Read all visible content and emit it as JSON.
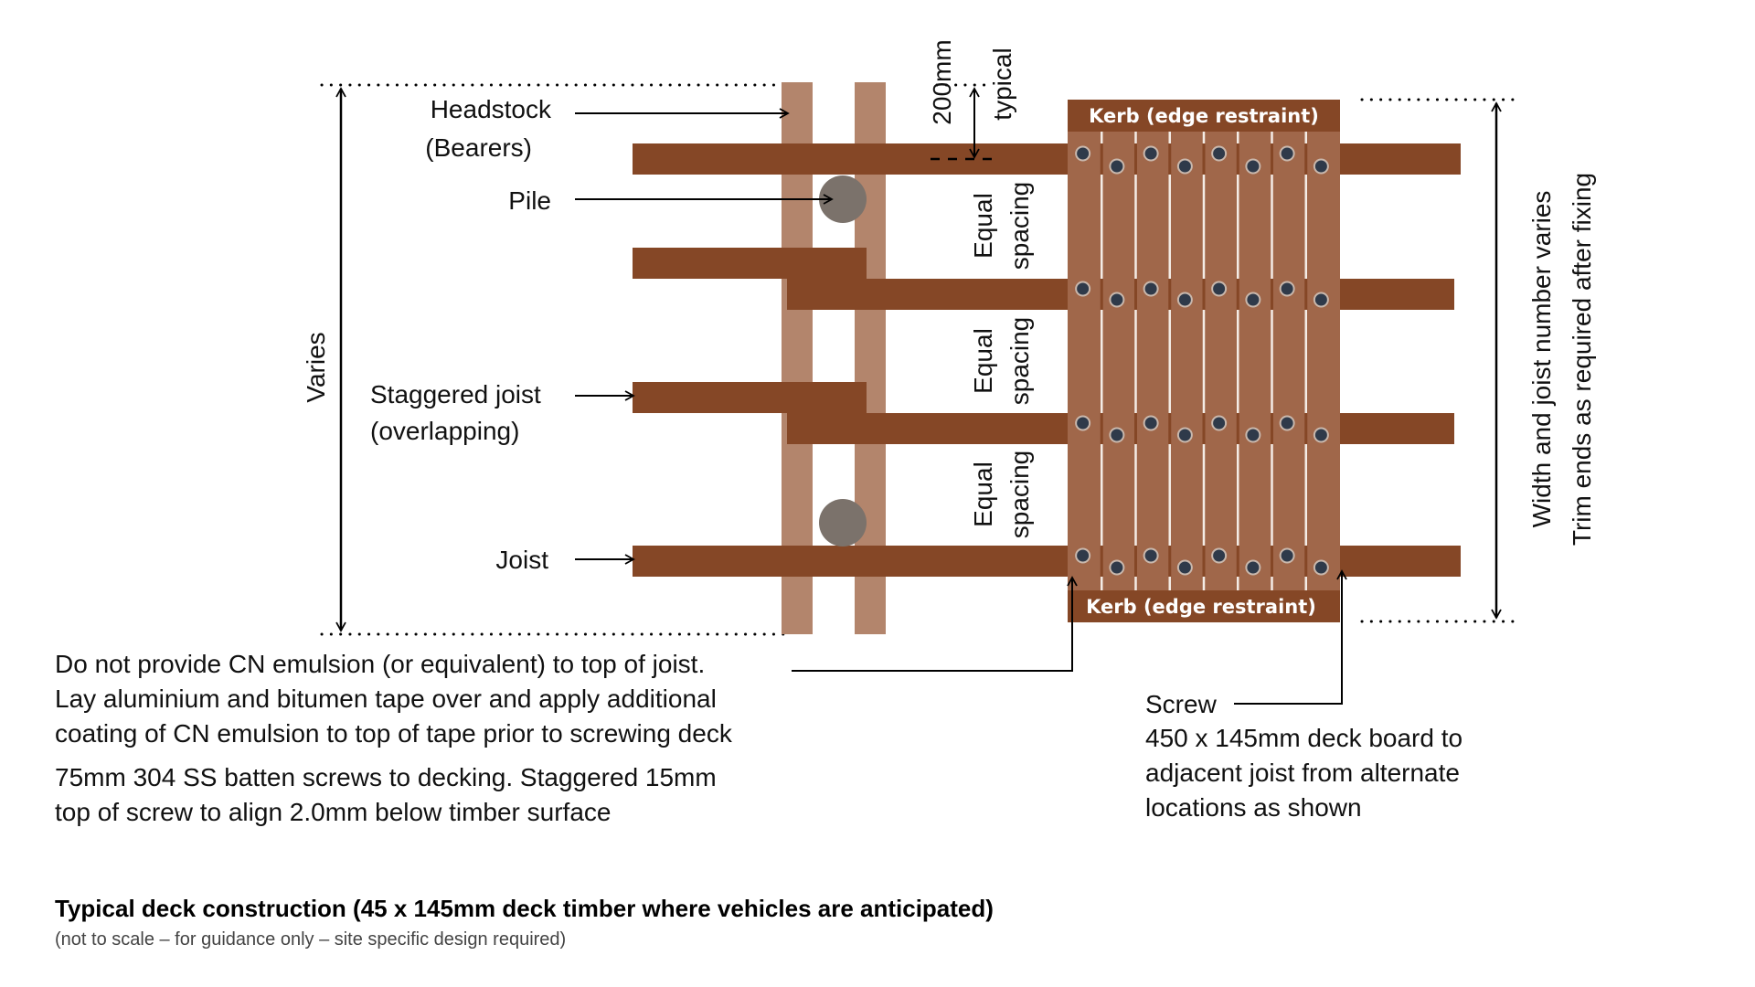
{
  "colors": {
    "joist": "#854726",
    "bearer": "#b3856c",
    "deck_board": "#a0674a",
    "board_gap": "#f4ece6",
    "kerb": "#854726",
    "pile": "#7b726b",
    "screw": "#2f3a4a",
    "screw_ring": "#c9b8ad",
    "line": "#000000"
  },
  "labels": {
    "headstock": "Headstock",
    "bearers": "(Bearers)",
    "pile": "Pile",
    "staggered_joist": "Staggered joist",
    "overlapping": "(overlapping)",
    "joist": "Joist",
    "varies": "Varies",
    "dimension_value": "200mm",
    "dimension_note": "typical",
    "equal_spacing_1": "Equal",
    "equal_spacing_2": "spacing",
    "kerb_top": "Kerb (edge restraint)",
    "kerb_bottom": "Kerb (edge restraint)",
    "width_varies": "Width and joist number varies",
    "trim_ends": "Trim ends as required after fixing",
    "screw": "Screw"
  },
  "notes": {
    "joist_treatment": [
      "Do not provide CN emulsion (or equivalent) to top of joist.",
      "Lay aluminium and bitumen tape over and apply additional",
      "coating of CN emulsion to top of tape prior to screwing deck"
    ],
    "screws": [
      "75mm 304 SS batten screws to decking. Staggered 15mm",
      "top of screw to align 2.0mm below timber surface"
    ],
    "screw_detail": [
      "450 x 145mm deck board to",
      "adjacent joist from alternate",
      "locations as shown"
    ]
  },
  "caption": {
    "title": "Typical deck construction (45 x 145mm deck timber where vehicles are anticipated)",
    "subtitle": "(not to scale – for guidance only – site specific design required)"
  },
  "deck": {
    "board_count": 8,
    "joist_count": 4,
    "pile_count": 2,
    "bearer_count": 2
  }
}
